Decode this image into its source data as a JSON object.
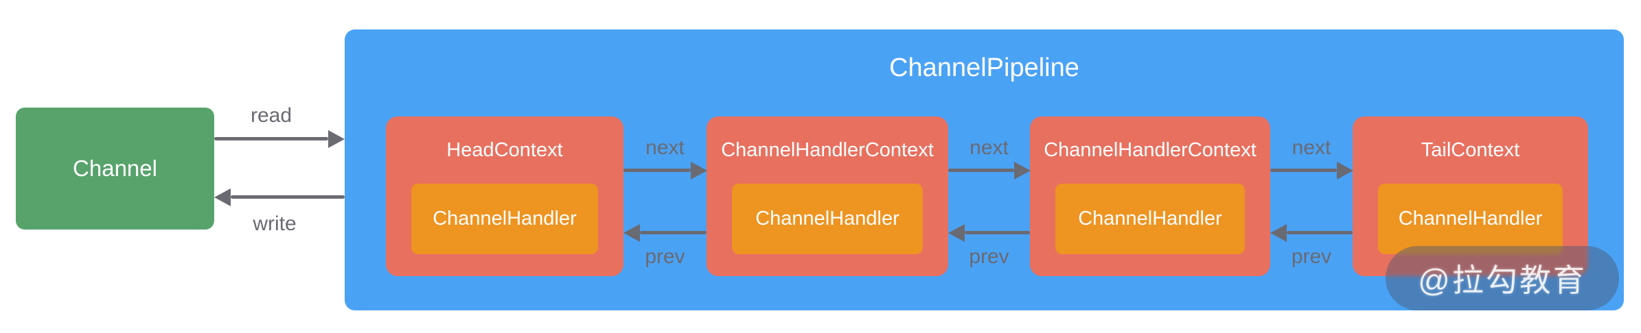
{
  "channel": {
    "label": "Channel"
  },
  "pipeline": {
    "title": "ChannelPipeline",
    "contexts": [
      {
        "title": "HeadContext",
        "handler": "ChannelHandler"
      },
      {
        "title": "ChannelHandlerContext",
        "handler": "ChannelHandler"
      },
      {
        "title": "ChannelHandlerContext",
        "handler": "ChannelHandler"
      },
      {
        "title": "TailContext",
        "handler": "ChannelHandler"
      }
    ]
  },
  "flow": {
    "read": "read",
    "write": "write",
    "next": "next",
    "prev": "prev"
  },
  "watermark": {
    "text": "@拉勾教育"
  },
  "colors": {
    "channel_green": "#57A36B",
    "pipeline_blue": "#4AA2F5",
    "context_red": "#E8705F",
    "handler_orange": "#EE9421",
    "arrow_gray": "#6A6A72",
    "background": "#FFFFFF"
  }
}
